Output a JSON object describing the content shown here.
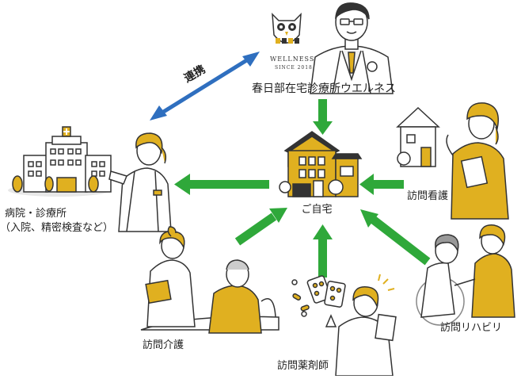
{
  "title": "春日部在宅診療所ウエルネス",
  "logo": {
    "brand": "WELLNESS",
    "since": "SINCE 2018",
    "icon": "owl-icon"
  },
  "center_label": "ご自宅",
  "nodes": {
    "hospital": "病院・診療所",
    "hospital_sub": "（入院、精密検査など）",
    "nursing": "訪問看護",
    "rehab": "訪問リハビリ",
    "pharmacy": "訪問薬剤師",
    "care": "訪問介護"
  },
  "link_label": "連携",
  "colors": {
    "green_arrow": "#2fa83a",
    "blue_arrow": "#2f6fbf",
    "accent_yellow": "#e0b020",
    "line": "#333333"
  }
}
